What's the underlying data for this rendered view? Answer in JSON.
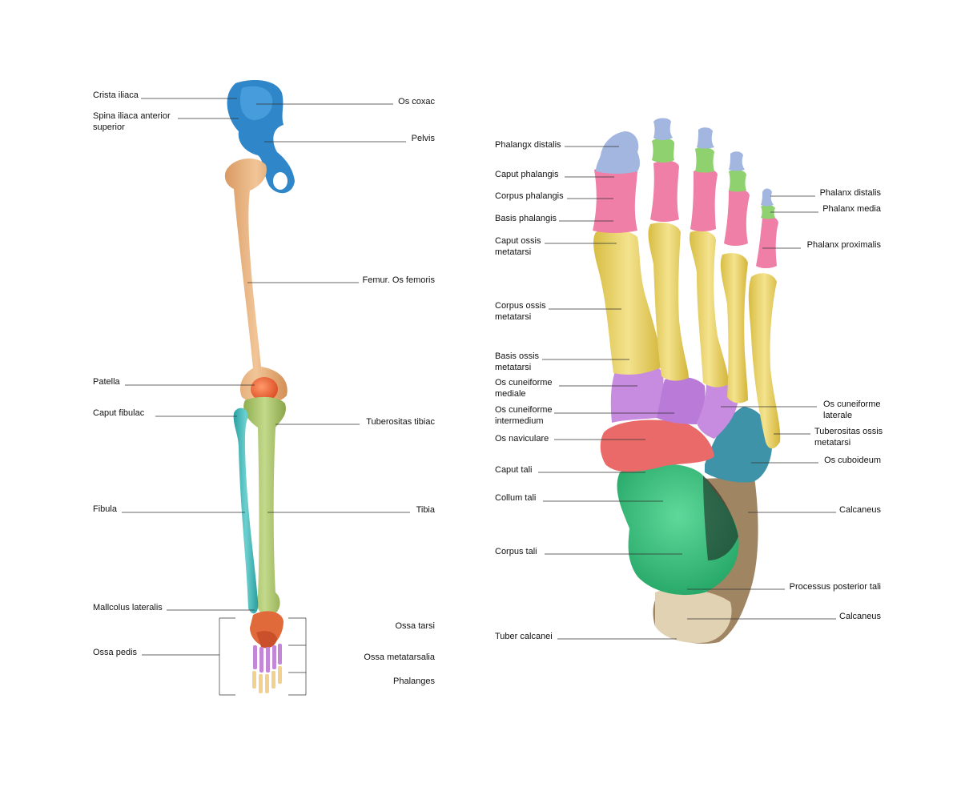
{
  "leg": {
    "labels_left": {
      "crista_iliaca": "Crista iliaca",
      "spina_line1": "Spina iliaca anterior",
      "spina_line2": "superior",
      "patella": "Patella",
      "caput_fibulac": "Caput fibulac",
      "fibula": "Fibula",
      "mallcolus": "Mallcolus lateralis",
      "ossa_pedis": "Ossa pedis"
    },
    "labels_right": {
      "os_coxac": "Os coxac",
      "pelvis": "Pelvis",
      "femur": "Femur. Os femoris",
      "tuberositas_tibiac": "Tuberositas tibiac",
      "tibia": "Tibia",
      "ossa_tarsi": "Ossa tarsi",
      "ossa_metatarsalia": "Ossa metatarsalia",
      "phalanges": "Phalanges"
    }
  },
  "foot": {
    "labels_left": {
      "phalangx_distalis": "Phalangx distalis",
      "caput_phalangis": "Caput phalangis",
      "corpus_phalangis": "Corpus phalangis",
      "basis_phalangis": "Basis phalangis",
      "caput_ossis_1": "Caput ossis",
      "caput_ossis_2": "metatarsi",
      "corpus_ossis_1": "Corpus ossis",
      "corpus_ossis_2": "metatarsi",
      "basis_ossis_1": "Basis ossis",
      "basis_ossis_2": "metatarsi",
      "cun_mediale_1": "Os cuneiforme",
      "cun_mediale_2": "mediale",
      "cun_inter_1": "Os cuneiforme",
      "cun_inter_2": "intermedium",
      "os_naviculare": "Os naviculare",
      "caput_tali": "Caput tali",
      "collum_tali": "Collum tali",
      "corpus_tali": "Corpus tali",
      "tuber_calcanei": "Tuber calcanei"
    },
    "labels_right": {
      "phalanx_distalis": "Phalanx distalis",
      "phalanx_media": "Phalanx media",
      "phalanx_proximalis": "Phalanx proximalis",
      "cun_laterale_1": "Os cuneiforme",
      "cun_laterale_2": "laterale",
      "tuberositas_1": "Tuberositas ossis",
      "tuberositas_2": "metatarsi",
      "os_cuboideum": "Os cuboideum",
      "calcaneus_1": "Calcaneus",
      "processus": "Processus posterior tali",
      "calcaneus_2": "Calcaneus"
    }
  },
  "colors": {
    "pelvis": "#2f86c8",
    "femur": "#e7b07c",
    "patella": "#e8603a",
    "tibia": "#a9c46b",
    "fibula": "#3fb4b4",
    "tarsals": "#e06a3a",
    "metatarsals": "#c486d6",
    "phalanges": "#f2d08e",
    "distal": "#a3b6e0",
    "media": "#8fd16e",
    "proximal": "#ef7fa6",
    "metatarsal_yellow": "#ecd56a",
    "cuneiform": "#c78be0",
    "navicular": "#ea6a6a",
    "cuboid": "#3f93a8",
    "talus": "#35c27a",
    "calcaneus": "#a08562",
    "calcaneus_light": "#e2d2b4"
  }
}
